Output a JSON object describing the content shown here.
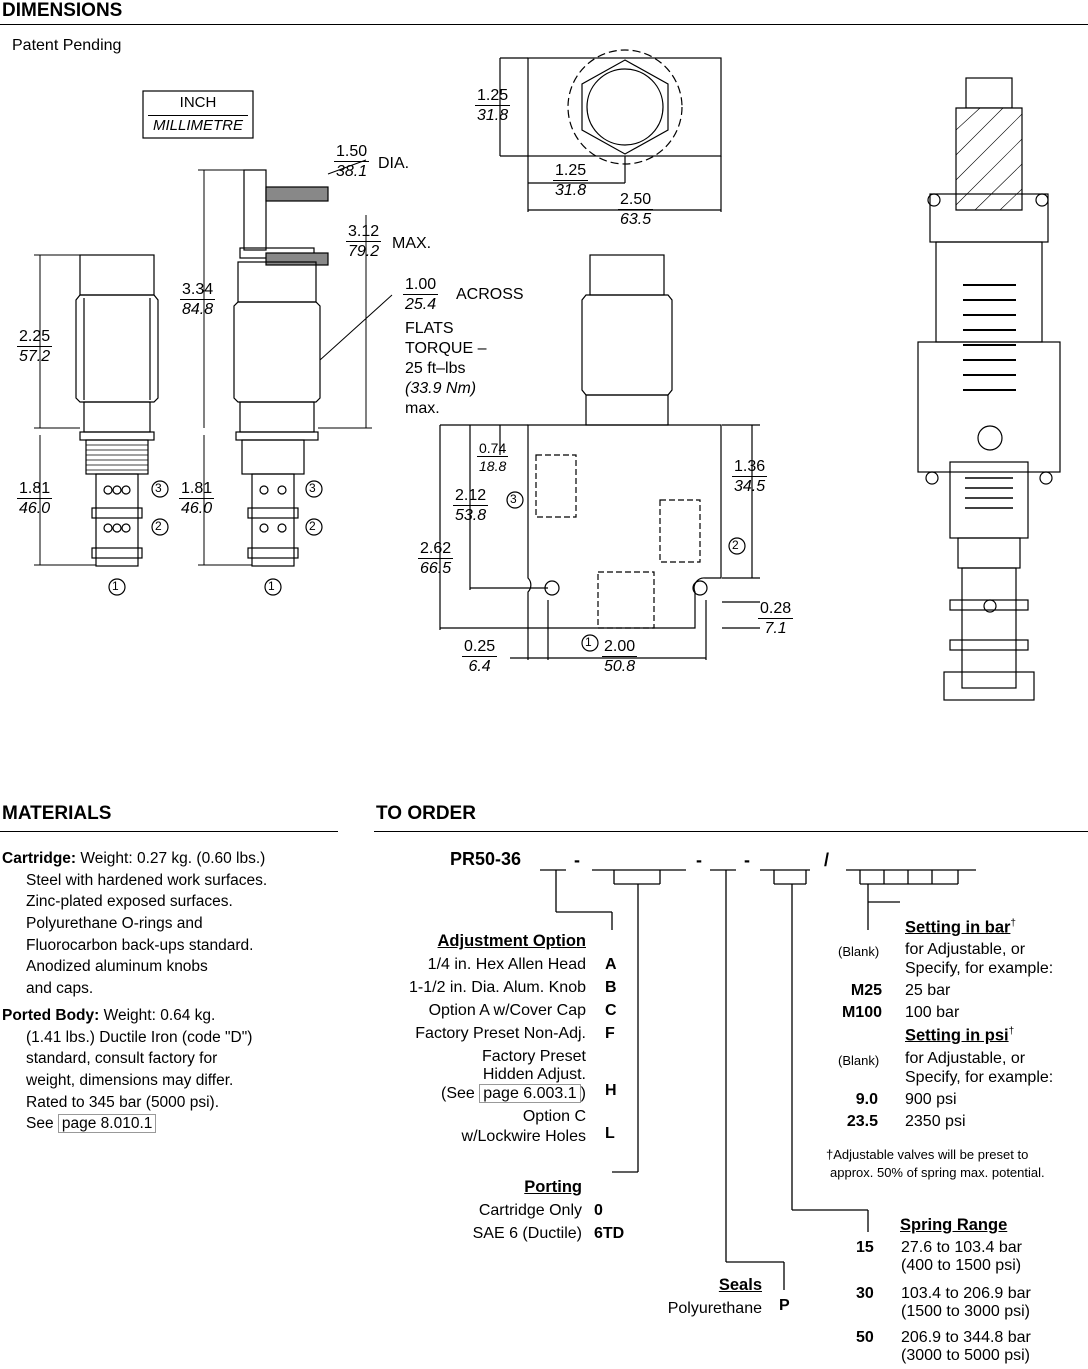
{
  "dimensions": {
    "title": "DIMENSIONS",
    "patent": "Patent Pending",
    "unit_top": "INCH",
    "unit_bot": "MILLIMETRE",
    "d150": [
      "1.50",
      "38.1"
    ],
    "dia": "DIA.",
    "d312": [
      "3.12",
      "79.2"
    ],
    "max": "MAX.",
    "d334": [
      "3.34",
      "84.8"
    ],
    "d225": [
      "2.25",
      "57.2"
    ],
    "d181a": [
      "1.81",
      "46.0"
    ],
    "d181b": [
      "1.81",
      "46.0"
    ],
    "d125v": [
      "1.25",
      "31.8"
    ],
    "d125h": [
      "1.25",
      "31.8"
    ],
    "d250": [
      "2.50",
      "63.5"
    ],
    "d100": [
      "1.00",
      "25.4"
    ],
    "across": "ACROSS",
    "flats_note": [
      "FLATS",
      "TORQUE –",
      "25 ft–lbs",
      "(33.9 Nm)",
      "max."
    ],
    "d074": [
      "0.74",
      "18.8"
    ],
    "d212": [
      "2.12",
      "53.8"
    ],
    "d262": [
      "2.62",
      "66.5"
    ],
    "d136": [
      "1.36",
      "34.5"
    ],
    "d028": [
      "0.28",
      "7.1"
    ],
    "d025": [
      "0.25",
      "6.4"
    ],
    "d200": [
      "2.00",
      "50.8"
    ],
    "port1": "1",
    "port2": "2",
    "port3": "3"
  },
  "materials": {
    "title": "MATERIALS",
    "cartridge_label": "Cartridge:",
    "cartridge_first": " Weight: 0.27 kg. (0.60 lbs.)",
    "cartridge_lines": [
      "Steel with hardened work surfaces.",
      "Zinc-plated exposed surfaces.",
      "Polyurethane O-rings and",
      "Fluorocarbon back-ups standard.",
      "Anodized aluminum knobs",
      "and caps."
    ],
    "ported_label": "Ported Body:",
    "ported_first": " Weight: 0.64 kg.",
    "ported_lines": [
      "(1.41 lbs.) Ductile Iron (code \"D\")",
      "standard, consult factory for",
      "weight, dimensions may differ.",
      "Rated to 345 bar (5000 psi)."
    ],
    "see": "See ",
    "page_link": "page 8.010.1"
  },
  "order": {
    "title": "TO ORDER",
    "model": "PR50-36",
    "adjustment": {
      "title": "Adjustment Option",
      "items": [
        {
          "label": "1/4 in. Hex Allen Head",
          "code": "A"
        },
        {
          "label": "1-1/2 in. Dia. Alum. Knob",
          "code": "B"
        },
        {
          "label": "Option A w/Cover Cap",
          "code": "C"
        },
        {
          "label": "Factory Preset Non-Adj.",
          "code": "F"
        }
      ],
      "hidden_1": "Factory Preset",
      "hidden_2": "Hidden Adjust.",
      "hidden_see": "(See ",
      "hidden_link": "page 6.003.1",
      "hidden_close": ")",
      "hidden_code": "H",
      "lock_1": "Option C",
      "lock_2": "w/Lockwire Holes",
      "lock_code": "L"
    },
    "porting": {
      "title": "Porting",
      "items": [
        {
          "label": "Cartridge Only",
          "code": "0"
        },
        {
          "label": "SAE 6 (Ductile)",
          "code": "6TD"
        }
      ]
    },
    "seals": {
      "title": "Seals",
      "label": "Polyurethane",
      "code": "P"
    },
    "setting_bar": {
      "title": "Setting in bar",
      "dagger": "†",
      "blank": "(Blank)",
      "blank_1": "for Adjustable, or",
      "blank_2": "Specify, for example:",
      "items": [
        {
          "code": "M25",
          "label": "25 bar"
        },
        {
          "code": "M100",
          "label": "100 bar"
        }
      ]
    },
    "setting_psi": {
      "title": "Setting in psi",
      "dagger": "†",
      "blank": "(Blank)",
      "blank_1": "for Adjustable, or",
      "blank_2": "Specify, for example:",
      "items": [
        {
          "code": "9.0",
          "label": "900 psi"
        },
        {
          "code": "23.5",
          "label": "2350 psi"
        }
      ]
    },
    "footnote_1": "†Adjustable valves will be preset to",
    "footnote_2": "approx. 50% of spring max. potential.",
    "spring": {
      "title": "Spring Range",
      "items": [
        {
          "code": "15",
          "l1": "27.6 to 103.4 bar",
          "l2": "(400 to 1500 psi)"
        },
        {
          "code": "30",
          "l1": "103.4 to 206.9 bar",
          "l2": "(1500 to 3000 psi)"
        },
        {
          "code": "50",
          "l1": "206.9 to 344.8 bar",
          "l2": "(3000 to 5000 psi)"
        }
      ]
    }
  }
}
